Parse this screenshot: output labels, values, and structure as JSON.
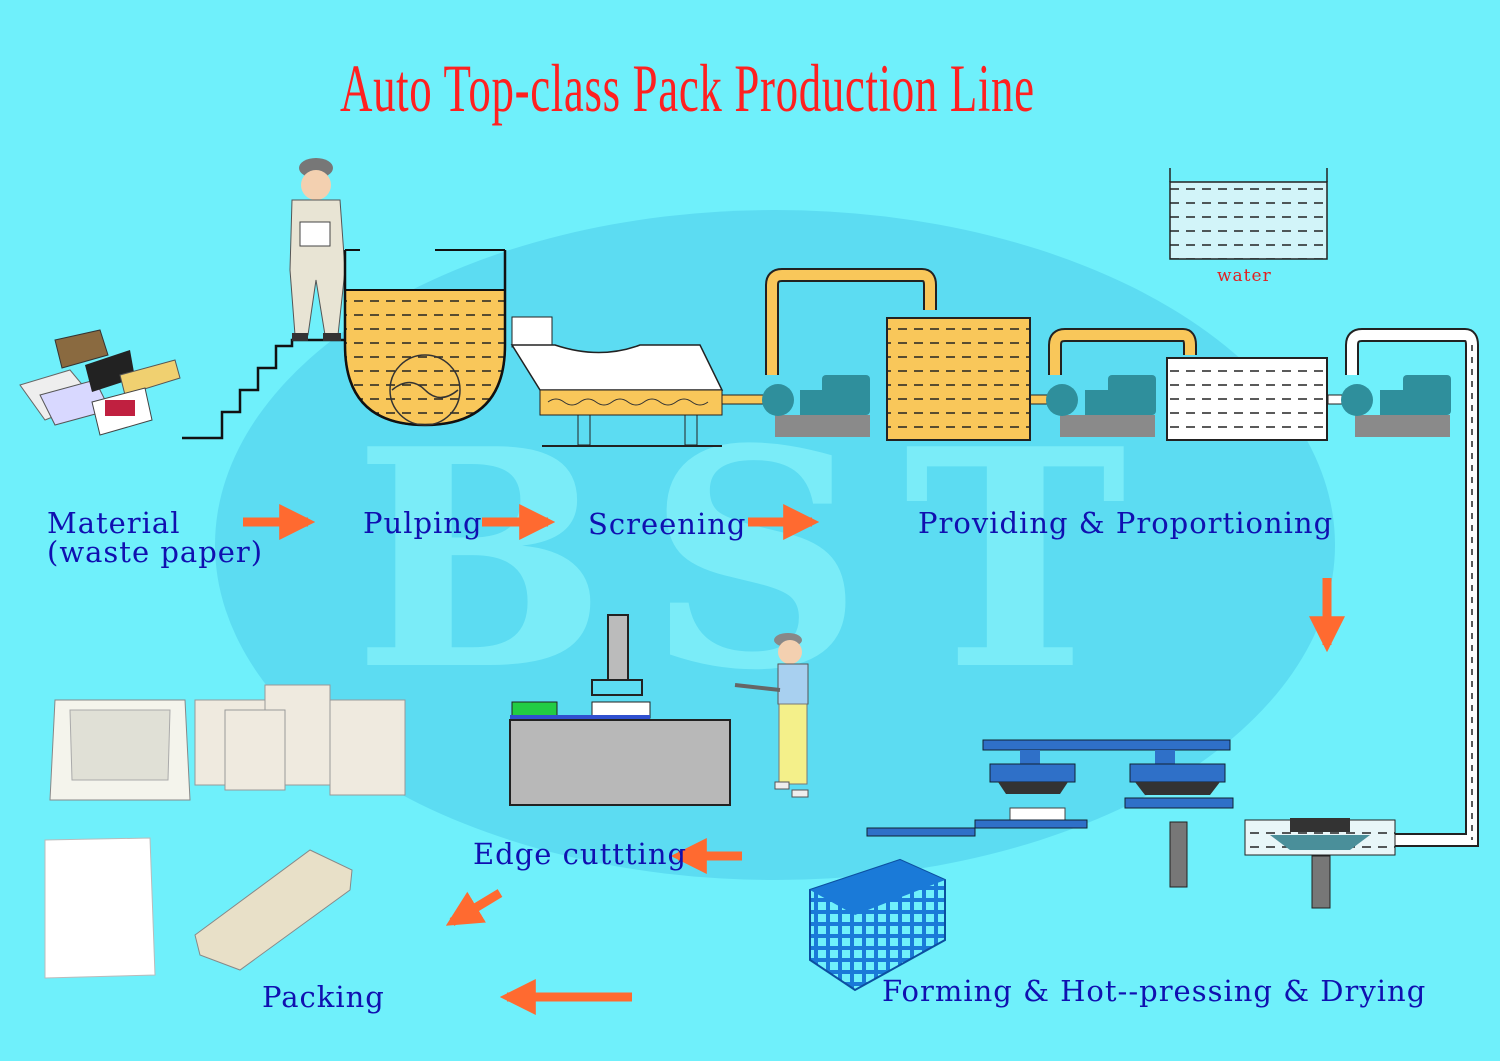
{
  "title": "Auto Top-class Pack Production Line",
  "watermark": "BST",
  "colors": {
    "background": "#6ff0fb",
    "title": "#ff2020",
    "labels": "#1010b0",
    "arrows": "#ff6a30",
    "pulp": "#f9c75a",
    "pump": "#2f8f9c",
    "mold": "#2f70c8"
  },
  "stages": {
    "material_line1": "Material",
    "material_line2": "(waste paper)",
    "pulping": "Pulping",
    "screening": "Screening",
    "providing": "Providing & Proportioning",
    "forming": "Forming & Hot--pressing & Drying",
    "edge_cutting": "Edge cuttting",
    "packing": "Packing"
  },
  "tank_label": "water"
}
